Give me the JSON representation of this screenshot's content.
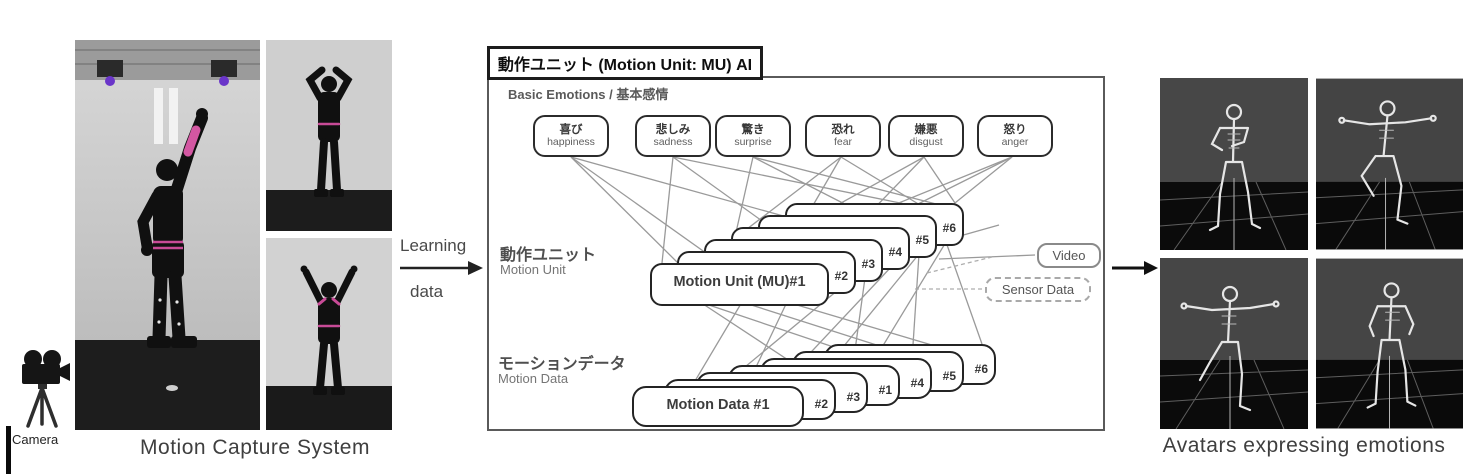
{
  "figure": {
    "left": {
      "camera_label": "Camera",
      "caption": "Motion Capture System"
    },
    "learning_arrow": {
      "top": "Learning",
      "bottom": "data"
    },
    "diagram": {
      "title": "動作ユニット (Motion Unit: MU)  AI",
      "emotions_header": "Basic Emotions / 基本感情",
      "emotions": [
        {
          "jp": "喜び",
          "en": "happiness"
        },
        {
          "jp": "悲しみ",
          "en": "sadness"
        },
        {
          "jp": "驚き",
          "en": "surprise"
        },
        {
          "jp": "恐れ",
          "en": "fear"
        },
        {
          "jp": "嫌悪",
          "en": "disgust"
        },
        {
          "jp": "怒り",
          "en": "anger"
        }
      ],
      "motion_unit": {
        "label_jp": "動作ユニット",
        "label_en": "Motion Unit",
        "front_box": "Motion Unit (MU)#1",
        "tags": [
          "#2",
          "#3",
          "#4",
          "#5",
          "#6"
        ]
      },
      "motion_data": {
        "label_jp": "モーションデータ",
        "label_en": "Motion Data",
        "front_box": "Motion Data #1",
        "tags": [
          "#2",
          "#3",
          "#1",
          "#4",
          "#5",
          "#6"
        ]
      },
      "legend": {
        "video": "Video",
        "sensor": "Sensor Data"
      }
    },
    "right": {
      "caption": "Avatars expressing emotions"
    },
    "colors": {
      "pink_accent": "#c84b97",
      "purple_light": "#6a35c9",
      "connection_line_gray": "#9a9a9a",
      "border_dark": "#2b2b2b"
    }
  }
}
